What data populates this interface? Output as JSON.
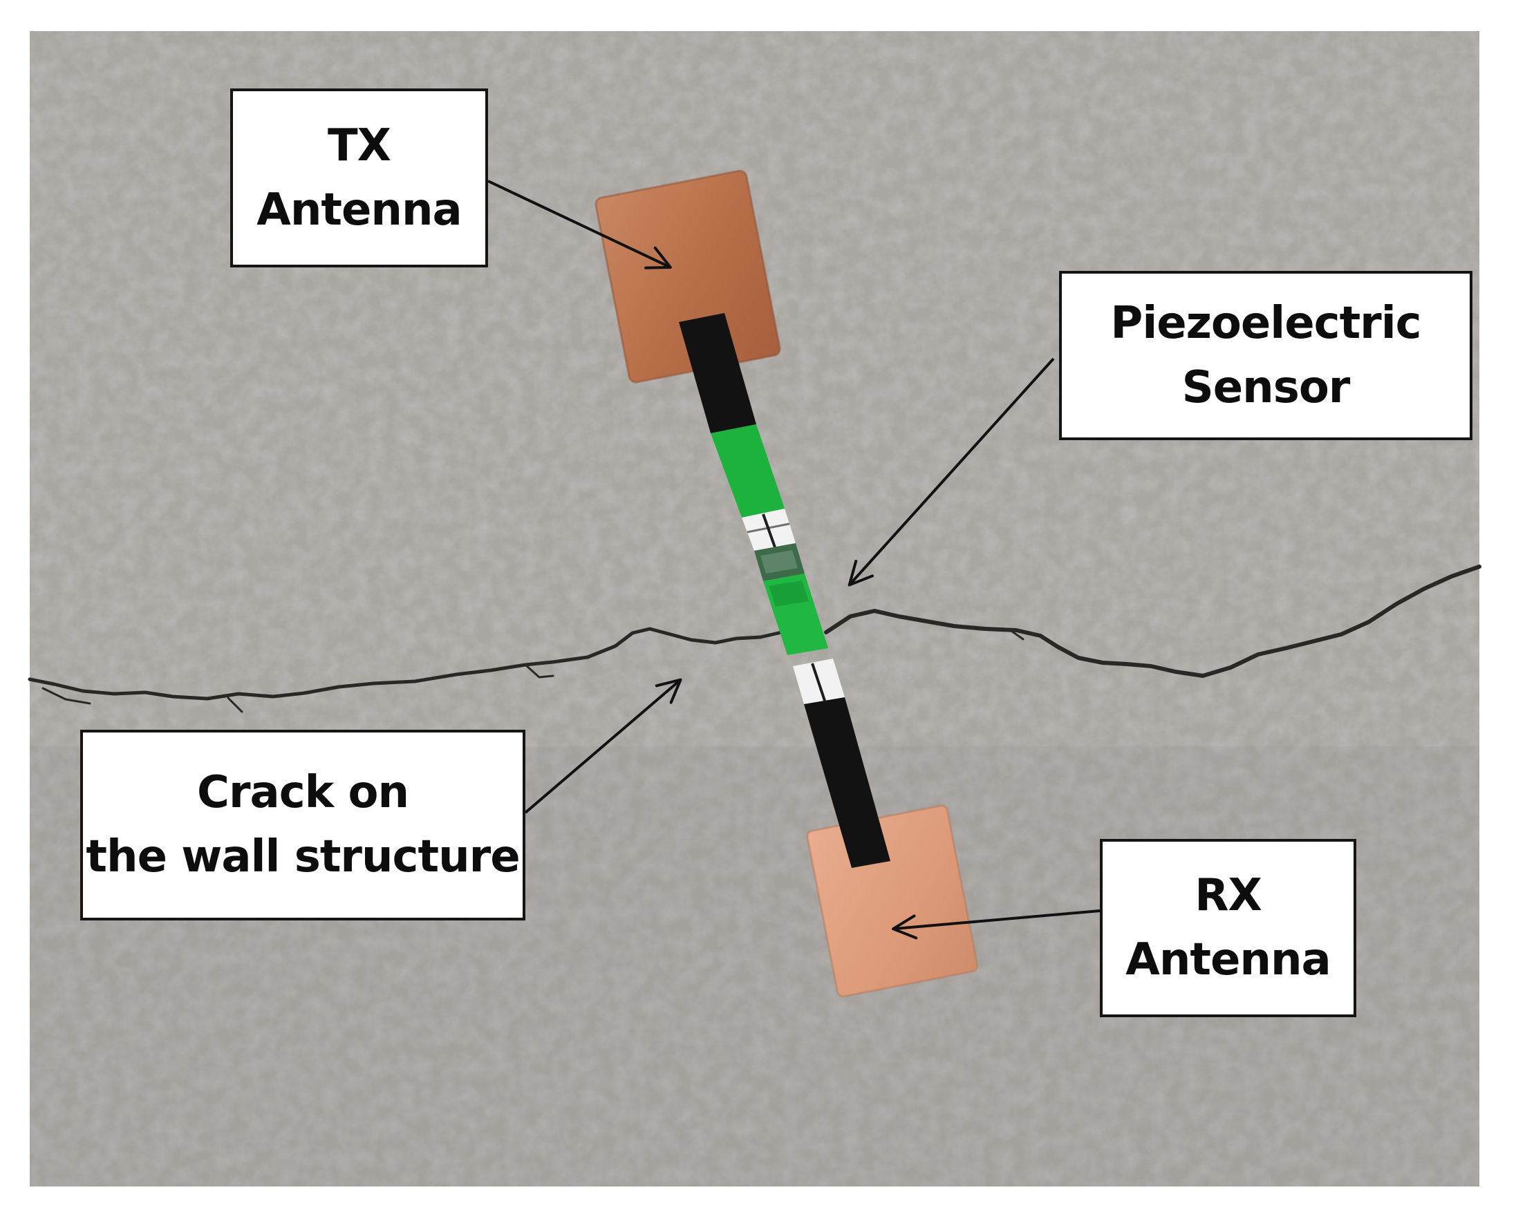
{
  "figure": {
    "subject": "",
    "labels": {
      "tx": {
        "line1": "TX",
        "line2": "Antenna"
      },
      "piezo": {
        "line1": "Piezoelectric",
        "line2": "Sensor"
      },
      "crack": {
        "line1": "Crack on",
        "line2": "the wall structure"
      },
      "rx": {
        "line1": "RX",
        "line2": "Antenna"
      }
    },
    "colors": {
      "wall": "#a9a6a2",
      "wall_dark": "#8c8985",
      "copper_tx": "#c07a52",
      "copper_rx": "#e2a283",
      "sensor_black": "#121212",
      "sensor_green": "#1db13d",
      "crack": "#2a2826",
      "arrow": "#111111"
    }
  }
}
